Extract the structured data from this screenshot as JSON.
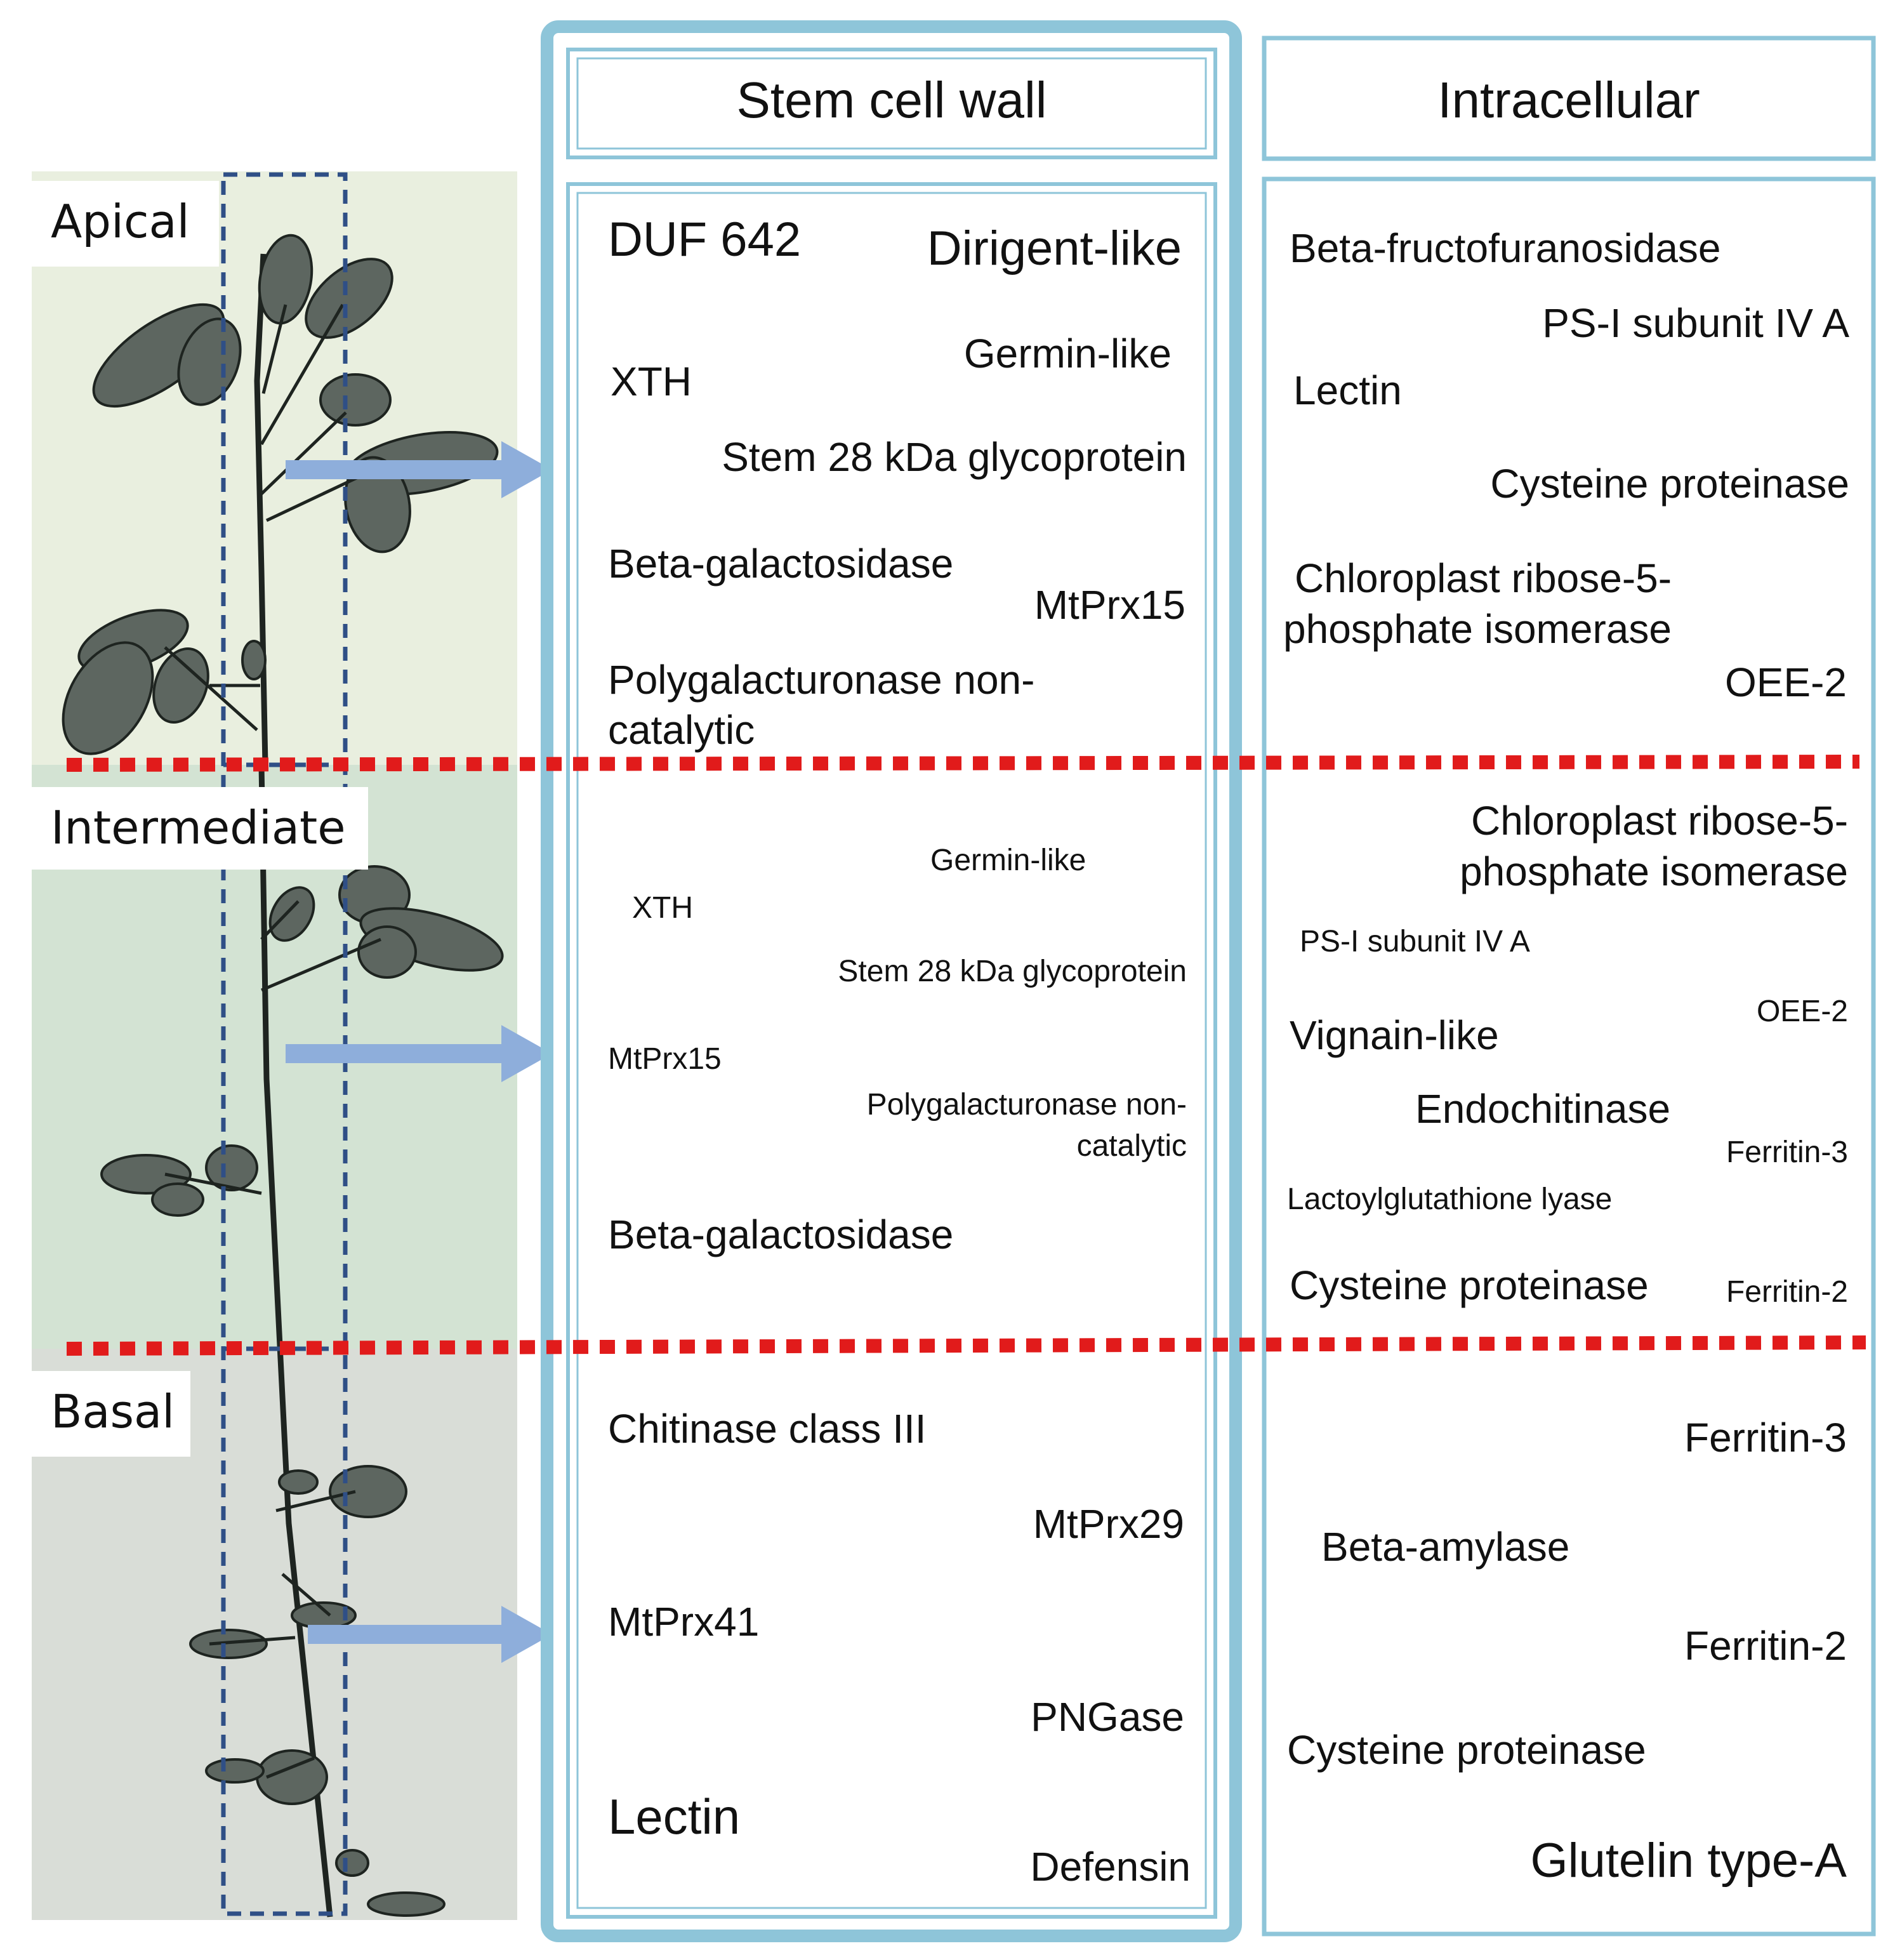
{
  "colors": {
    "frame": "#8ec5d9",
    "arrow": "#8eaedb",
    "divider": "#e11b1b",
    "plant_box": "#2f4f86",
    "apical_bg": "#e9efdf",
    "intermediate_bg": "#d3e3d3",
    "basal_bg": "#d9ddd7"
  },
  "zones": {
    "apical": "Apical",
    "intermediate": "Intermediate",
    "basal": "Basal"
  },
  "headers": {
    "stem": "Stem cell wall",
    "intra": "Intracellular"
  },
  "stem": {
    "apical": {
      "duf642": "DUF 642",
      "dirigent": "Dirigent-like",
      "xth": "XTH",
      "germin": "Germin-like",
      "stem28": "Stem 28 kDa glycoprotein",
      "betagal": "Beta-galactosidase",
      "mtprx15": "MtPrx15",
      "pg_l1": "Polygalacturonase non-",
      "pg_l2": "catalytic"
    },
    "intermediate": {
      "germin": "Germin-like",
      "xth": "XTH",
      "stem28": "Stem 28 kDa glycoprotein",
      "mtprx15": "MtPrx15",
      "pg_l1": "Polygalacturonase non-",
      "pg_l2": "catalytic",
      "betagal": "Beta-galactosidase"
    },
    "basal": {
      "chitinase": "Chitinase class III",
      "mtprx29": "MtPrx29",
      "mtprx41": "MtPrx41",
      "pngase": "PNGase",
      "lectin": "Lectin",
      "defensin": "Defensin"
    }
  },
  "intra": {
    "apical": {
      "bfructo": "Beta-fructofuranosidase",
      "psi": "PS-I subunit IV A",
      "lectin": "Lectin",
      "cysprot": "Cysteine proteinase",
      "chloro_l1": "Chloroplast ribose-5-",
      "chloro_l2": "phosphate isomerase",
      "oee2": "OEE-2"
    },
    "intermediate": {
      "chloro_l1": "Chloroplast ribose-5-",
      "chloro_l2": "phosphate isomerase",
      "psi": "PS-I subunit IV A",
      "oee2": "OEE-2",
      "vignain": "Vignain-like",
      "endochit": "Endochitinase",
      "ferritin3": "Ferritin-3",
      "lactoyl": "Lactoylglutathione lyase",
      "cysprot": "Cysteine proteinase",
      "ferritin2": "Ferritin-2"
    },
    "basal": {
      "ferritin3": "Ferritin-3",
      "betaamyl": "Beta-amylase",
      "ferritin2": "Ferritin-2",
      "cysprot": "Cysteine proteinase",
      "glutelin": "Glutelin type-A"
    }
  }
}
